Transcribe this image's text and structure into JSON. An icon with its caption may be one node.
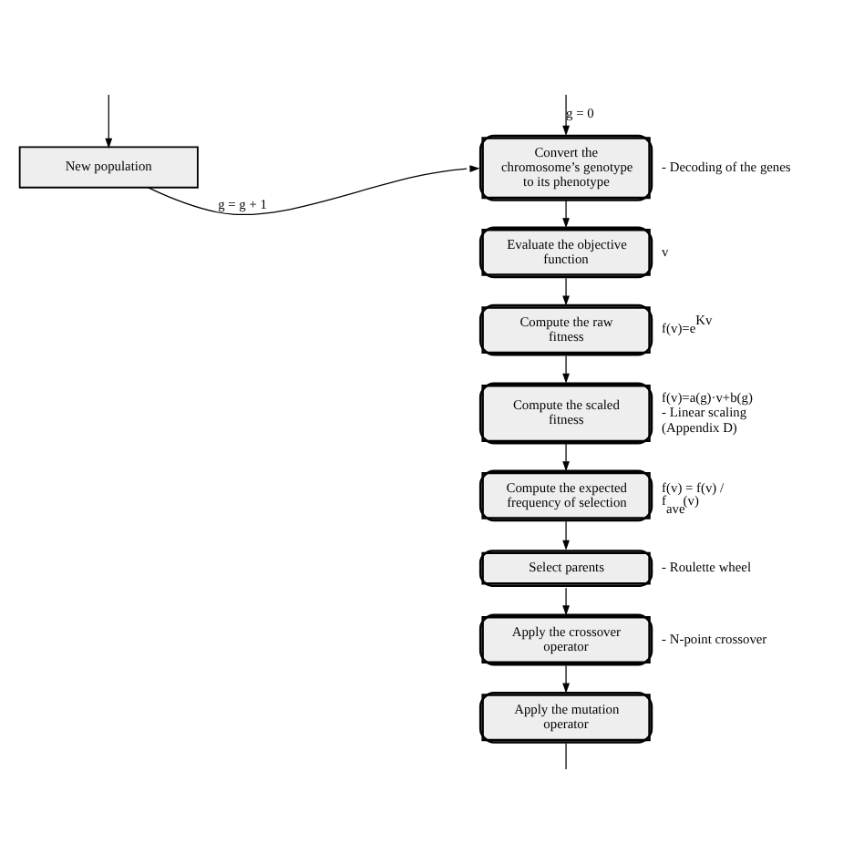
{
  "diagram": {
    "nodes": [
      {
        "text": [
          "New population"
        ]
      },
      {
        "text": [
          "Convert the chromosome’s genotype to its phenotype"
        ],
        "beside": [
          "- Decoding of the genes"
        ]
      },
      {
        "text": [
          "Evaluate the objective function"
        ],
        "beside": [
          "v"
        ]
      },
      {
        "text": [
          "Compute the raw fitness"
        ],
        "beside": [
          "f(v)=e$^{Kv}$"
        ]
      },
      {
        "text": [
          "Compute the scaled fitness"
        ],
        "beside": [
          "f(v)=a(g)·v+b(g)",
          "- Linear scaling (Appendix D)"
        ]
      },
      {
        "text": [
          "Compute the expected frequency of selection"
        ],
        "beside": [
          "f(v) = f(v) / f$_{ave}$(v)"
        ]
      },
      {
        "text": [
          "Select parents"
        ],
        "beside": [
          "- Roulette wheel"
        ]
      },
      {
        "text": [
          "Apply the crossover operator"
        ],
        "beside": [
          "- N-point crossover"
        ]
      },
      {
        "text": [
          "Apply the mutation operator"
        ]
      }
    ],
    "edges": [
      {
        "from": null,
        "to": 1,
        "arrow": "to",
        "label": "g = 0"
      },
      {
        "from": 0,
        "to": 1,
        "arrow": "to",
        "label": "g = g + 1"
      },
      {
        "from": 1,
        "to": 2,
        "arrow": "to"
      },
      {
        "from": 2,
        "to": 3,
        "arrow": "to"
      },
      {
        "from": 3,
        "to": 4,
        "arrow": "to"
      },
      {
        "from": 4,
        "to": 5,
        "arrow": "to"
      },
      {
        "from": 5,
        "to": 6,
        "arrow": "to"
      },
      {
        "from": 6,
        "to": 7,
        "arrow": "to"
      },
      {
        "from": 7,
        "to": 8,
        "arrow": "to"
      },
      {
        "from": 8,
        "to": null,
        "arrow": "none"
      },
      {
        "from": null,
        "to": 0,
        "arrow": "to"
      }
    ]
  }
}
